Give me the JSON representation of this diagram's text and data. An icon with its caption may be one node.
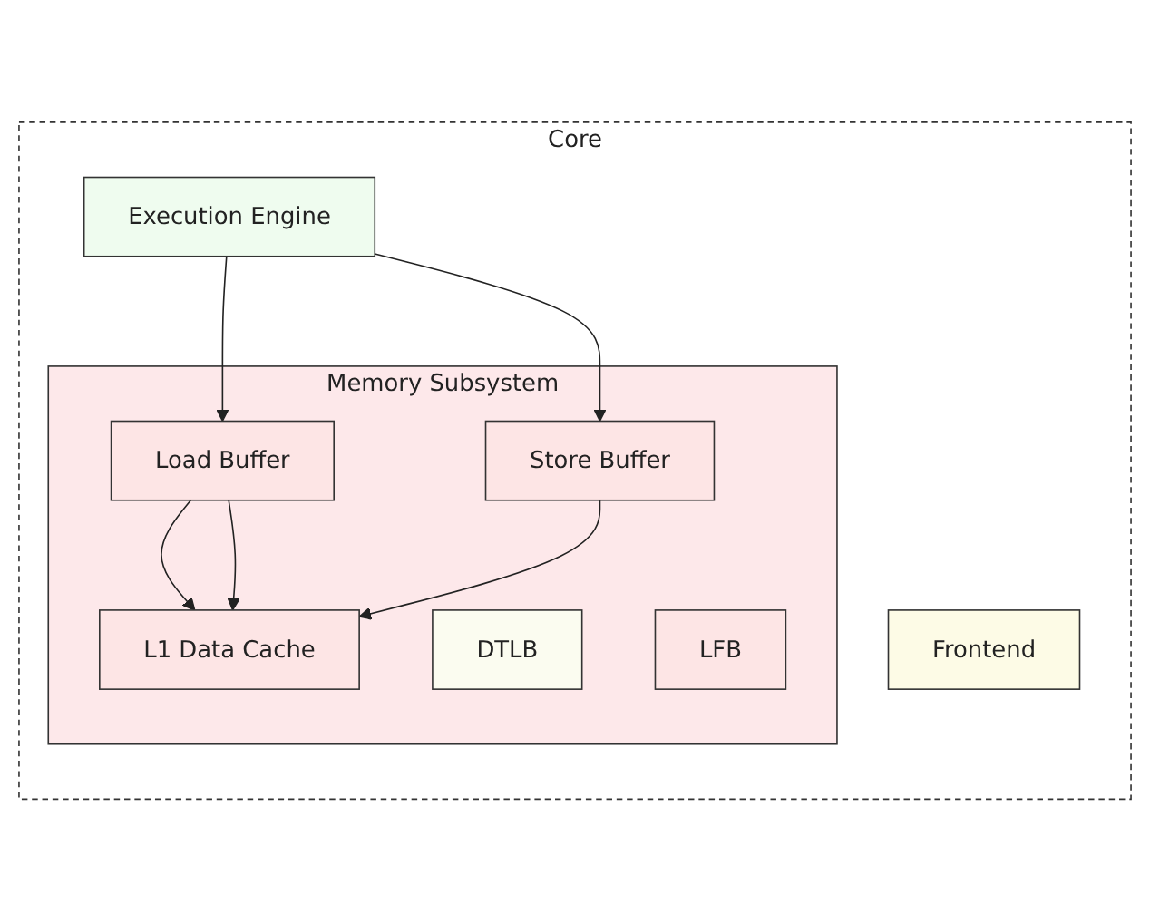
{
  "diagram": {
    "nodes": [
      {
        "text": [
          "Core"
        ]
      },
      {
        "text": [
          "Execution Engine"
        ],
        "in": 0
      },
      {
        "text": [
          "Frontend"
        ],
        "in": 0
      },
      {
        "text": [
          "Memory Subsystem"
        ],
        "in": 0
      },
      {
        "text": [
          "Load Buffer"
        ],
        "in": 3
      },
      {
        "text": [
          "Store Buffer"
        ],
        "in": 3
      },
      {
        "text": [
          "L1 Data Cache"
        ],
        "in": 3
      },
      {
        "text": [
          "DTLB"
        ],
        "in": 3
      },
      {
        "text": [
          "LFB"
        ],
        "in": 3
      }
    ],
    "edges": [
      {
        "from": 1,
        "to": 4,
        "arrow": "to"
      },
      {
        "from": 1,
        "to": 5,
        "arrow": "to"
      },
      {
        "from": 4,
        "to": 6,
        "arrow": "to"
      },
      {
        "from": 4,
        "to": 6,
        "arrow": "to"
      },
      {
        "from": 5,
        "to": 6,
        "arrow": "to"
      }
    ]
  }
}
